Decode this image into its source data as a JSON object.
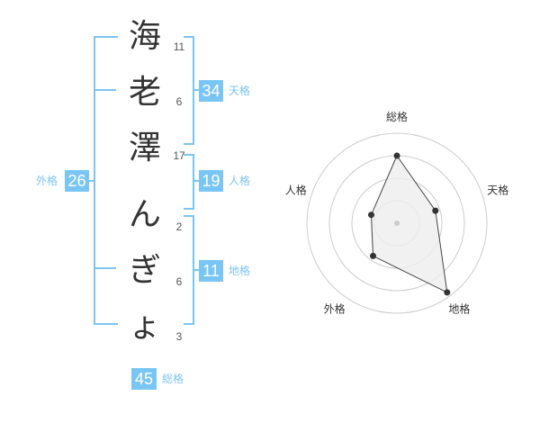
{
  "characters": [
    {
      "char": "海",
      "strokes": "11"
    },
    {
      "char": "老",
      "strokes": "6"
    },
    {
      "char": "澤",
      "strokes": "17"
    },
    {
      "char": "ん",
      "strokes": "2"
    },
    {
      "char": "ぎ",
      "strokes": "6"
    },
    {
      "char": "ょ",
      "strokes": "3"
    }
  ],
  "kakusu": {
    "tenkaku": {
      "value": "34",
      "label": "天格"
    },
    "jinkaku": {
      "value": "19",
      "label": "人格"
    },
    "chikaku": {
      "value": "11",
      "label": "地格"
    },
    "gaikaku": {
      "value": "26",
      "label": "外格"
    },
    "soukaku": {
      "value": "45",
      "label": "総格"
    }
  },
  "radar": {
    "axes": [
      "総格",
      "天格",
      "地格",
      "外格",
      "人格"
    ],
    "values": [
      0.75,
      0.45,
      0.95,
      0.45,
      0.3
    ],
    "rings": 4,
    "colors": {
      "ring": "#cccccc",
      "fill": "#eeeeee",
      "line": "#444444",
      "point": "#333333",
      "center": "#cccccc"
    }
  }
}
